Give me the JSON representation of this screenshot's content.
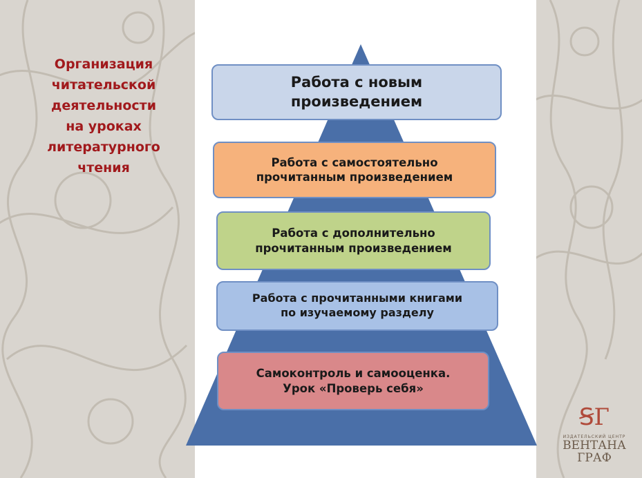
{
  "side_title": "Организация\nчитательской\nдеятельности\nна уроках\nлитературного\nчтения",
  "pyramid": {
    "color": "#4a6fa8",
    "tiers": [
      {
        "text": "Работа с новым\nпроизведением",
        "fill": "#c9d6ea",
        "border": "#6f8fc4"
      },
      {
        "text": "Работа с самостоятельно\nпрочитанным произведением",
        "fill": "#f6b27c",
        "border": "#6f8fc4"
      },
      {
        "text": "Работа с дополнительно\nпрочитанным произведением",
        "fill": "#bfd38a",
        "border": "#6f8fc4"
      },
      {
        "text": "Работа с прочитанными книгами\nпо изучаемому разделу",
        "fill": "#a8c1e6",
        "border": "#6f8fc4"
      },
      {
        "text": "Самоконтроль и самооценка.\nУрок «Проверь себя»",
        "fill": "#d9888a",
        "border": "#6f8fc4"
      }
    ]
  },
  "logo": {
    "mark": "ꞨГ",
    "caption": "ИЗДАТЕЛЬСКИЙ ЦЕНТР",
    "name_line1": "ВЕНТАНА",
    "name_line2": "ГРАФ"
  }
}
